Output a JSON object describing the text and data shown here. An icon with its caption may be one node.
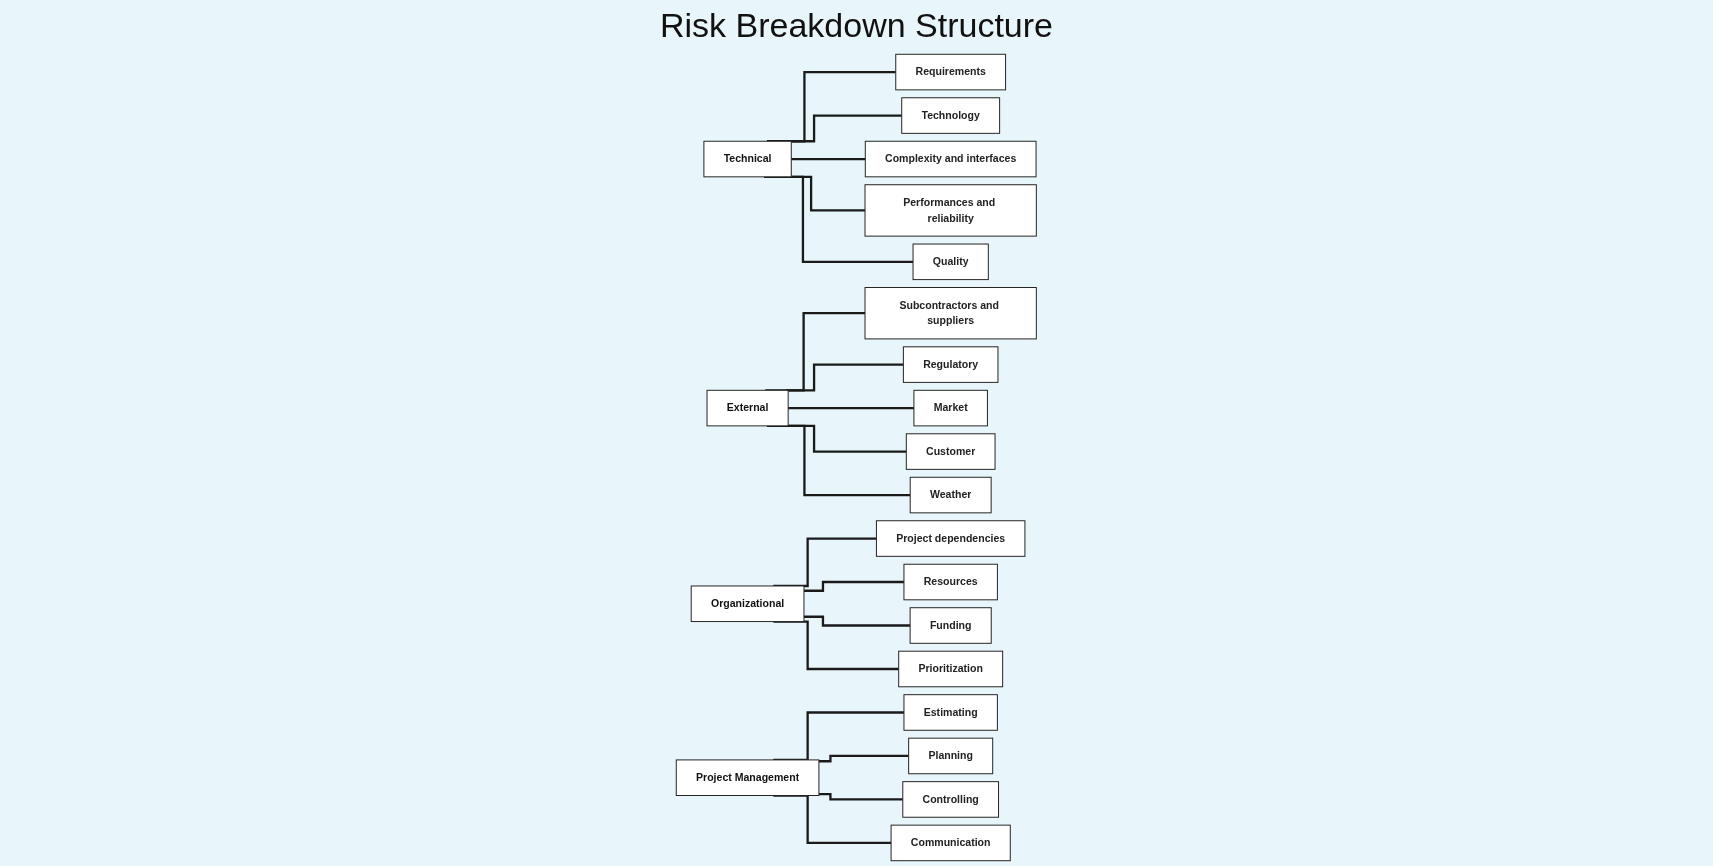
{
  "diagram": {
    "title": "Risk Breakdown Structure",
    "nodes": [
      {
        "text": [
          "Technical"
        ]
      },
      {
        "text": [
          "Requirements"
        ]
      },
      {
        "text": [
          "Technology"
        ]
      },
      {
        "text": [
          "Complexity and interfaces"
        ]
      },
      {
        "text": [
          "Performances and reliability"
        ]
      },
      {
        "text": [
          "Quality"
        ]
      },
      {
        "text": [
          "External"
        ]
      },
      {
        "text": [
          "Subcontractors and suppliers"
        ]
      },
      {
        "text": [
          "Regulatory"
        ]
      },
      {
        "text": [
          "Market"
        ]
      },
      {
        "text": [
          "Customer"
        ]
      },
      {
        "text": [
          "Weather"
        ]
      },
      {
        "text": [
          "Organizational"
        ]
      },
      {
        "text": [
          "Project dependencies"
        ]
      },
      {
        "text": [
          "Resources"
        ]
      },
      {
        "text": [
          "Funding"
        ]
      },
      {
        "text": [
          "Prioritization"
        ]
      },
      {
        "text": [
          "Project Management"
        ]
      },
      {
        "text": [
          "Estimating"
        ]
      },
      {
        "text": [
          "Planning"
        ]
      },
      {
        "text": [
          "Controlling"
        ]
      },
      {
        "text": [
          "Communication"
        ]
      }
    ],
    "edges": [
      {
        "from": 0,
        "to": 1,
        "arrow": "none"
      },
      {
        "from": 0,
        "to": 2,
        "arrow": "none"
      },
      {
        "from": 0,
        "to": 3,
        "arrow": "none"
      },
      {
        "from": 0,
        "to": 4,
        "arrow": "none"
      },
      {
        "from": 0,
        "to": 5,
        "arrow": "none"
      },
      {
        "from": 6,
        "to": 7,
        "arrow": "none"
      },
      {
        "from": 6,
        "to": 8,
        "arrow": "none"
      },
      {
        "from": 6,
        "to": 9,
        "arrow": "none"
      },
      {
        "from": 6,
        "to": 10,
        "arrow": "none"
      },
      {
        "from": 6,
        "to": 11,
        "arrow": "none"
      },
      {
        "from": 12,
        "to": 13,
        "arrow": "none"
      },
      {
        "from": 12,
        "to": 14,
        "arrow": "none"
      },
      {
        "from": 12,
        "to": 15,
        "arrow": "none"
      },
      {
        "from": 12,
        "to": 16,
        "arrow": "none"
      },
      {
        "from": 17,
        "to": 18,
        "arrow": "none"
      },
      {
        "from": 17,
        "to": 19,
        "arrow": "none"
      },
      {
        "from": 17,
        "to": 20,
        "arrow": "none"
      },
      {
        "from": 17,
        "to": 21,
        "arrow": "none"
      }
    ]
  }
}
